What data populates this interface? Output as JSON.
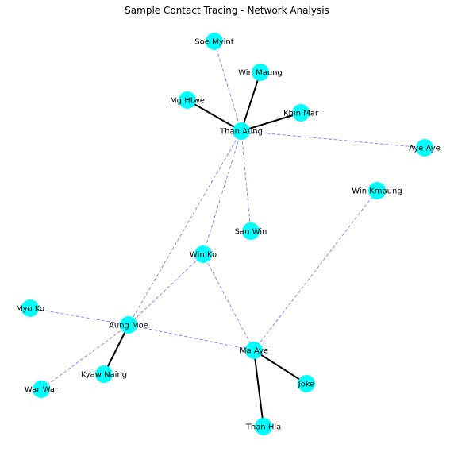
{
  "chart_data": {
    "type": "network",
    "title": "Sample Contact Tracing - Network Analysis",
    "node_color": "#00ffff",
    "edge_styles": {
      "solid": {
        "color": "#000000"
      },
      "dashed": {
        "color": "#7b7bff"
      }
    },
    "nodes": [
      "Soe Myint",
      "Win Maung",
      "Mg Htwe",
      "Khin Mar",
      "Than Aung",
      "Aye Aye",
      "Win Kmaung",
      "San Win",
      "Win Ko",
      "Myo Ko",
      "Aung Moe",
      "Ma Aye",
      "Kyaw Naing",
      "Joke",
      "War War",
      "Than Hla"
    ],
    "edges": [
      {
        "source": "Than Aung",
        "target": "Soe Myint",
        "style": "dashed"
      },
      {
        "source": "Than Aung",
        "target": "Aye Aye",
        "style": "dashed"
      },
      {
        "source": "Than Aung",
        "target": "San Win",
        "style": "dashed"
      },
      {
        "source": "Than Aung",
        "target": "Win Ko",
        "style": "dashed"
      },
      {
        "source": "Than Aung",
        "target": "Aung Moe",
        "style": "dashed"
      },
      {
        "source": "Win Ko",
        "target": "Aung Moe",
        "style": "dashed"
      },
      {
        "source": "Win Ko",
        "target": "Ma Aye",
        "style": "dashed"
      },
      {
        "source": "Myo Ko",
        "target": "Aung Moe",
        "style": "dashed"
      },
      {
        "source": "Aung Moe",
        "target": "Ma Aye",
        "style": "dashed"
      },
      {
        "source": "Aung Moe",
        "target": "War War",
        "style": "dashed"
      },
      {
        "source": "Ma Aye",
        "target": "Win Kmaung",
        "style": "dashed"
      },
      {
        "source": "Than Aung",
        "target": "Win Maung",
        "style": "solid"
      },
      {
        "source": "Than Aung",
        "target": "Mg Htwe",
        "style": "solid"
      },
      {
        "source": "Than Aung",
        "target": "Khin Mar",
        "style": "solid"
      },
      {
        "source": "Aung Moe",
        "target": "Kyaw Naing",
        "style": "solid"
      },
      {
        "source": "Ma Aye",
        "target": "Joke",
        "style": "solid"
      },
      {
        "source": "Ma Aye",
        "target": "Than Hla",
        "style": "solid"
      }
    ]
  }
}
